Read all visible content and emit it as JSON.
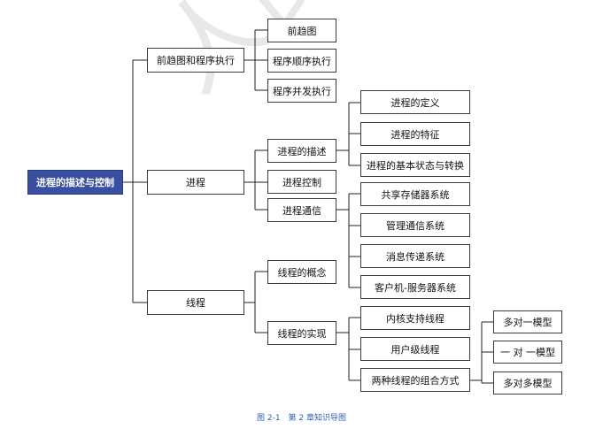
{
  "watermark": "人民邮电",
  "root": "进程的描述与控制",
  "branch1": {
    "label": "前趋图和程序执行",
    "children": [
      "前趋图",
      "程序顺序执行",
      "程序并发执行"
    ]
  },
  "branch2": {
    "label": "进程",
    "desc": {
      "label": "进程的描述",
      "children": [
        "进程的定义",
        "进程的特征",
        "进程的基本状态与转换"
      ]
    },
    "control": "进程控制",
    "comm": {
      "label": "进程通信",
      "children": [
        "共享存储器系统",
        "管理通信系统",
        "消息传递系统",
        "客户机-服务器系统"
      ]
    }
  },
  "branch3": {
    "label": "线程",
    "concept": "线程的概念",
    "impl": {
      "label": "线程的实现",
      "children": [
        "内核支持线程",
        "用户级线程",
        "两种线程的组合方式"
      ],
      "models": [
        "多对一模型",
        "一 对 一模型",
        "多对多模型"
      ]
    }
  },
  "caption": "图 2-1　第 2 章知识导图"
}
